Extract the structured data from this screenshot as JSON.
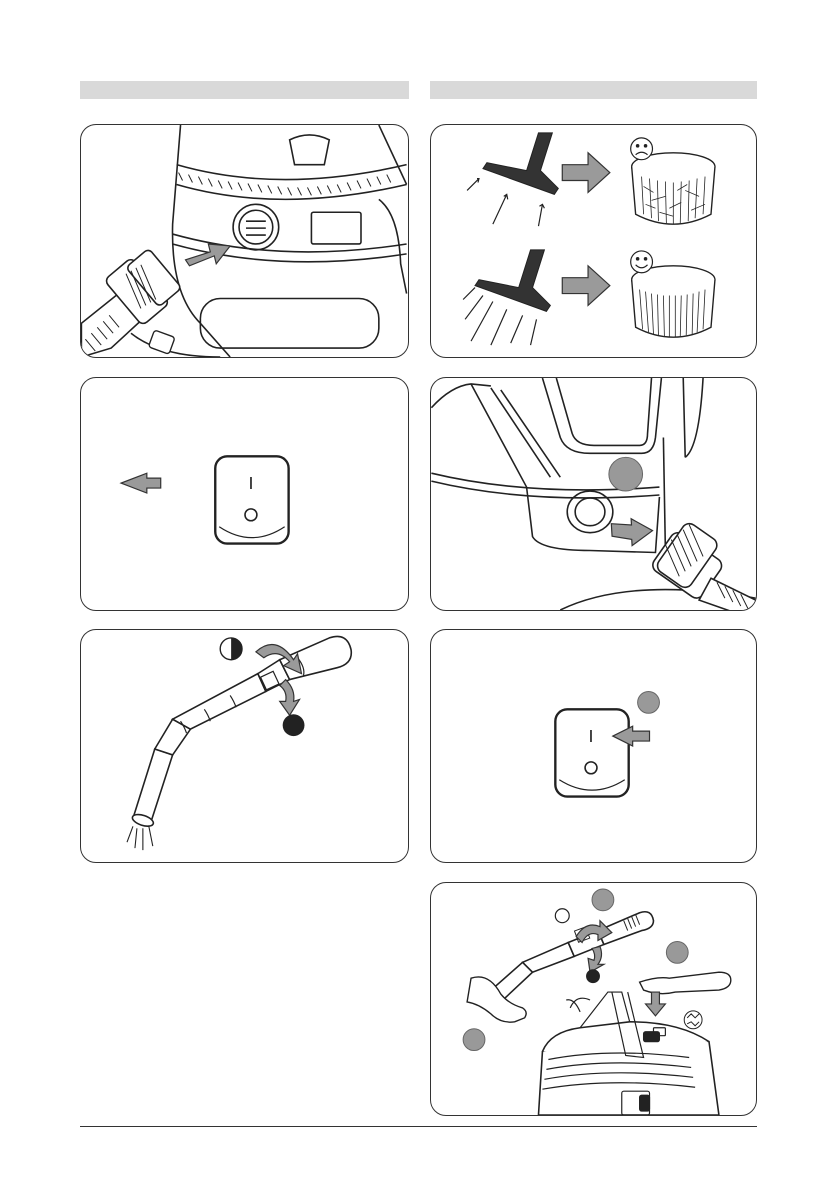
{
  "page": {
    "header_bars": [
      "",
      ""
    ],
    "panels": [
      {
        "id": "hose-connect-body",
        "caption": ""
      },
      {
        "id": "filter-suction-comparison",
        "caption": ""
      },
      {
        "id": "power-switch-on-1",
        "caption": ""
      },
      {
        "id": "blower-port-connect",
        "caption": ""
      },
      {
        "id": "handle-airflow-rotate",
        "caption": ""
      },
      {
        "id": "power-switch-on-2",
        "caption": ""
      },
      {
        "id": "handle-rotate-and-store",
        "caption": ""
      }
    ],
    "switch_symbols": {
      "on": "I",
      "off": "O"
    },
    "colors": {
      "outline": "#222222",
      "arrow_fill": "#9a9a9a",
      "badge_fill": "#999999",
      "header_bar": "#d9d9d9"
    }
  }
}
